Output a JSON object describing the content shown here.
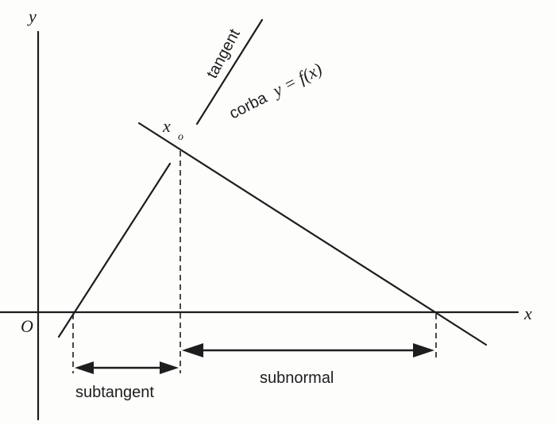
{
  "axes": {
    "y_label": "y",
    "x_label": "x",
    "origin_label": "O"
  },
  "point": {
    "label": "x",
    "subscript": "o"
  },
  "curve": {
    "tangent_label": "tangent",
    "curve_label_word": "corba",
    "curve_label_eq": "y = f(x)"
  },
  "segments": {
    "subtangent_label": "subtangent",
    "subnormal_label": "subnormal"
  }
}
